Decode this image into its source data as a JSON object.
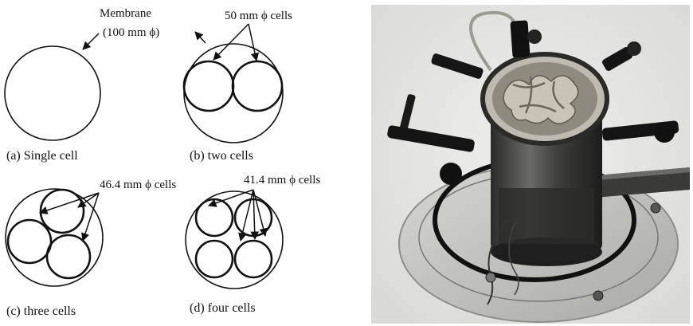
{
  "annotations": {
    "membrane_line1": "Membrane",
    "membrane_line2": "(100 mm ϕ)",
    "cells_b": "50 mm ϕ cells",
    "cells_c": "46.4 mm ϕ cells",
    "cells_d": "41.4 mm ϕ cells"
  },
  "captions": {
    "a": "(a) Single cell",
    "b": "(b) two cells",
    "c": "(c) three cells",
    "d": "(d) four cells"
  },
  "colors": {
    "line": "#111111",
    "photo_background": "#e9e9e7",
    "metal_ring": "#c8c8c4"
  },
  "photo": {
    "subject": "test apparatus with membrane cells and clamps"
  }
}
